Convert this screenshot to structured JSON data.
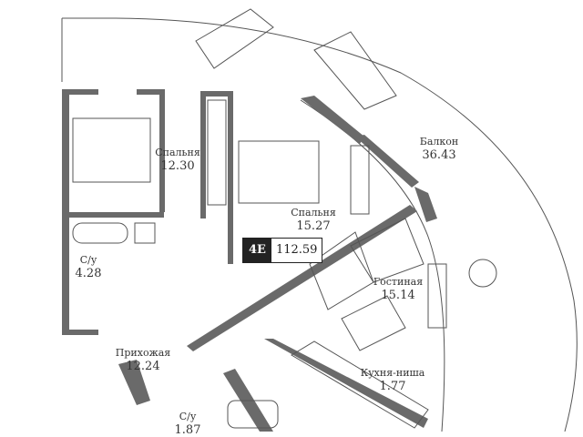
{
  "unit": {
    "code": "4E",
    "total_area": "112.59"
  },
  "rooms": [
    {
      "name": "Спальня",
      "area": "12.30"
    },
    {
      "name": "Спальня",
      "area": "15.27"
    },
    {
      "name": "Балкон",
      "area": "36.43"
    },
    {
      "name": "С/у",
      "area": "4.28"
    },
    {
      "name": "Прихожая",
      "area": "12.24"
    },
    {
      "name": "С/у",
      "area": "1.87"
    },
    {
      "name": "Гостиная",
      "area": "15.14"
    },
    {
      "name": "Кухня-ниша",
      "area": "1.77"
    }
  ],
  "colors": {
    "wall": "#666666",
    "line": "#555555",
    "badge": "#222222"
  }
}
